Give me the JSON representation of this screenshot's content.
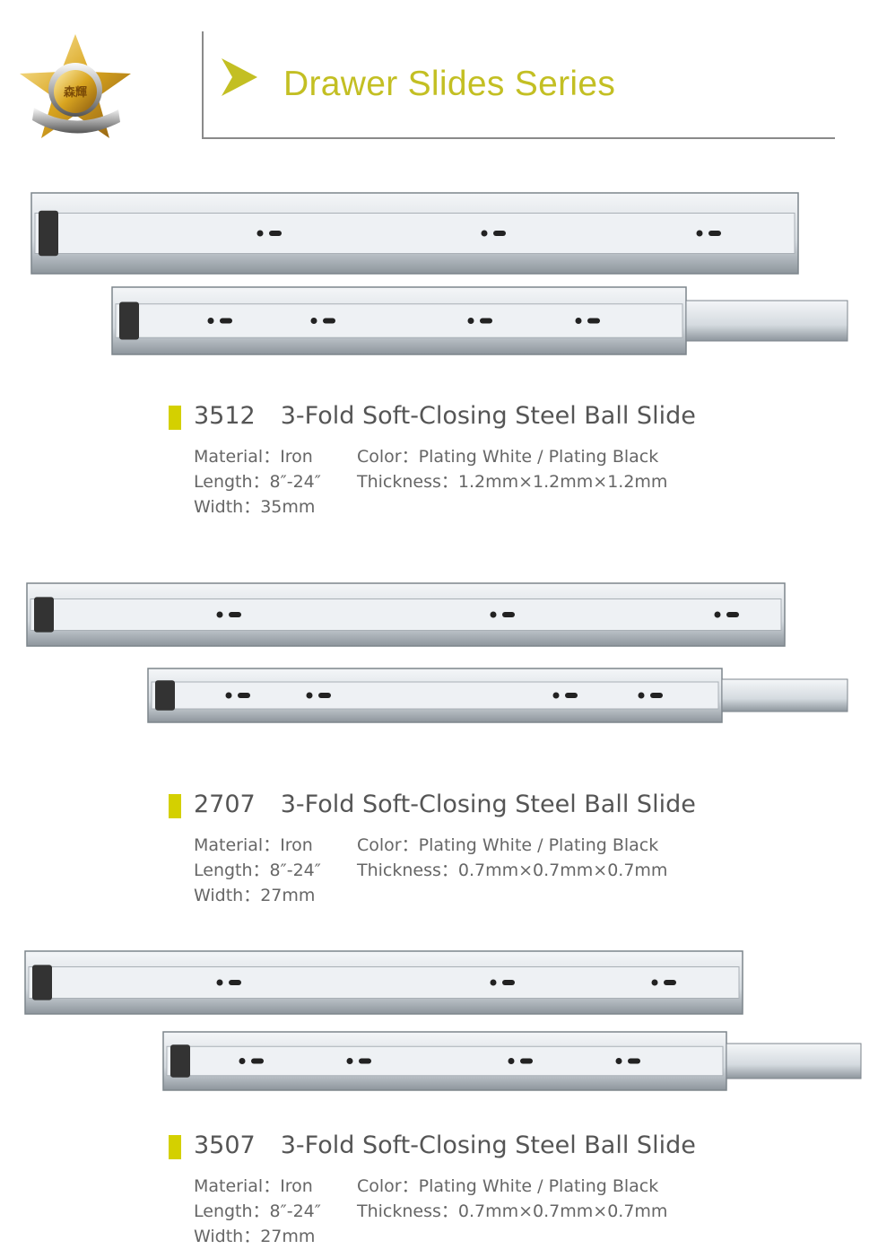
{
  "header": {
    "logo_text": "森輝",
    "title": "Drawer Slides Series",
    "accent_color": "#c3bf23"
  },
  "products": [
    {
      "code": "3512",
      "name": "3-Fold Soft-Closing Steel Ball Slide",
      "material": "Material：Iron",
      "length": "Length：8″-24″",
      "width": "Width：35mm",
      "color": "Color：Plating White / Plating Black",
      "thickness": "Thickness：1.2mm×1.2mm×1.2mm"
    },
    {
      "code": "2707",
      "name": "3-Fold Soft-Closing Steel Ball Slide",
      "material": "Material：Iron",
      "length": "Length：8″-24″",
      "width": "Width：27mm",
      "color": "Color：Plating White / Plating Black",
      "thickness": "Thickness：0.7mm×0.7mm×0.7mm"
    },
    {
      "code": "3507",
      "name": "3-Fold Soft-Closing Steel Ball Slide",
      "material": "Material：Iron",
      "length": "Length：8″-24″",
      "width": "Width：27mm",
      "color": "Color：Plating White / Plating Black",
      "thickness": "Thickness：0.7mm×0.7mm×0.7mm"
    }
  ]
}
